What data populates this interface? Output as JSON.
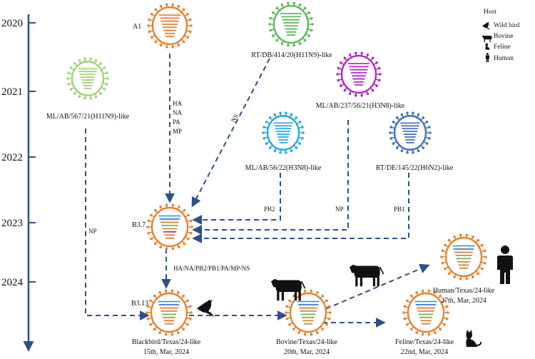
{
  "timeline": {
    "years": [
      "2020",
      "2021",
      "2022",
      "2023",
      "2024"
    ]
  },
  "legend": {
    "title": "Host",
    "items": [
      {
        "icon": "bird-icon",
        "label": "Wild bird"
      },
      {
        "icon": "cow-icon",
        "label": "Bovine"
      },
      {
        "icon": "cat-icon",
        "label": "Feline"
      },
      {
        "icon": "human-icon",
        "label": "Human"
      }
    ]
  },
  "colors": {
    "arrow": "#2f4f8a",
    "axis": "#2f4f8a",
    "orange": "#e8822e",
    "green": "#5fb95e",
    "light_green": "#a6d17a",
    "purple": "#b12bc7",
    "cyan": "#2aa9e0",
    "blue": "#4573bd"
  },
  "viruses": {
    "a1": {
      "label": "A1"
    },
    "rt_db": {
      "label": "RT/DB/414/20(H11N9)-like"
    },
    "ml_ab_567": {
      "label": "ML/AB/567/21(H11N9)-like"
    },
    "ml_ab_237": {
      "label": "ML/AB/237/56/21(H3N8)-like"
    },
    "ml_ab_56": {
      "label": "ML/AB/56/22(H3N8)-like"
    },
    "rt_de": {
      "label": "RT/DE/145/22(H6N2)-like"
    },
    "b37": {
      "label": "B3.7"
    },
    "b313": {
      "label": "B3.13"
    },
    "blackbird": {
      "label": "Blackbird/Texas/24-like",
      "date": "15th, Mar, 2024"
    },
    "bovine": {
      "label": "Bovine/Texas/24-like",
      "date": "20th, Mar, 2024"
    },
    "feline": {
      "label": "Feline/Texas/24-like",
      "date": "22nd, Mar, 2024"
    },
    "human": {
      "label": "Human/Texas/24-like",
      "date": "27th, Mar, 2024"
    }
  },
  "segments": {
    "a1_ha": "HA",
    "a1_na": "NA",
    "a1_pa": "PA",
    "a1_mp": "MP",
    "ns": "NS",
    "pb2": "PB2",
    "np_ml237": "NP",
    "pb1": "PB1",
    "np_ml567": "NP",
    "b37_to_b313": "HA/NA/PB2/PB1/PA/MP/NS"
  }
}
